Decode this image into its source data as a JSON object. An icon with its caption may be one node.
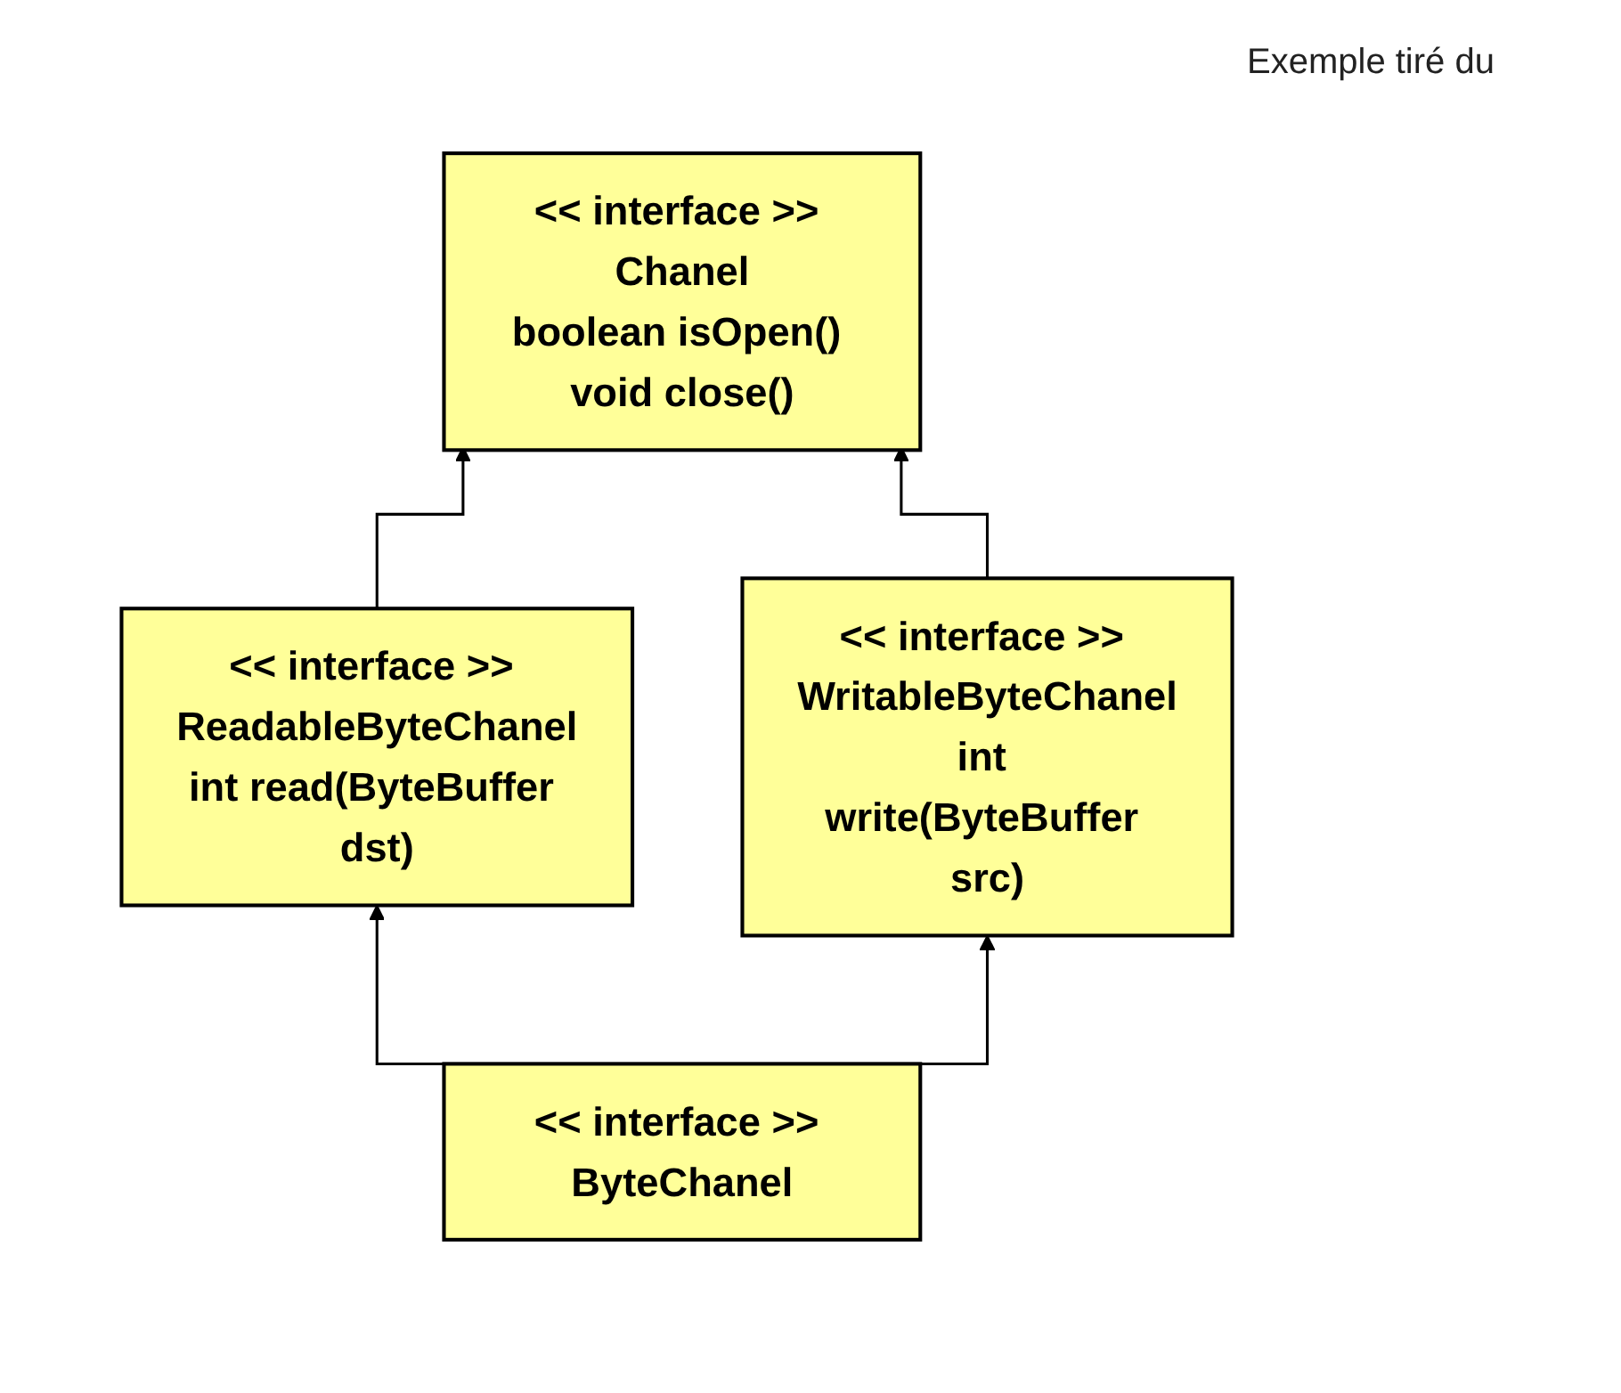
{
  "diagram": {
    "nodes": [
      {
        "text": [
          "<< interface >> Chanel",
          "boolean isOpen() void close()"
        ]
      },
      {
        "text": [
          "<< interface >> ReadableByteChanel",
          "int read(ByteBuffer dst)"
        ]
      },
      {
        "text": [
          "<< interface >> WritableByteChanel",
          "int write(ByteBuffer src)"
        ]
      },
      {
        "text": [
          "<< interface >> ByteChanel"
        ]
      }
    ],
    "edges": [
      {
        "from": 1,
        "to": 0,
        "arrow": "to"
      },
      {
        "from": 2,
        "to": 0,
        "arrow": "to"
      },
      {
        "from": 3,
        "to": 1,
        "arrow": "to"
      },
      {
        "from": 3,
        "to": 2,
        "arrow": "to"
      }
    ],
    "labels": [
      "Exemple tiré du"
    ]
  }
}
